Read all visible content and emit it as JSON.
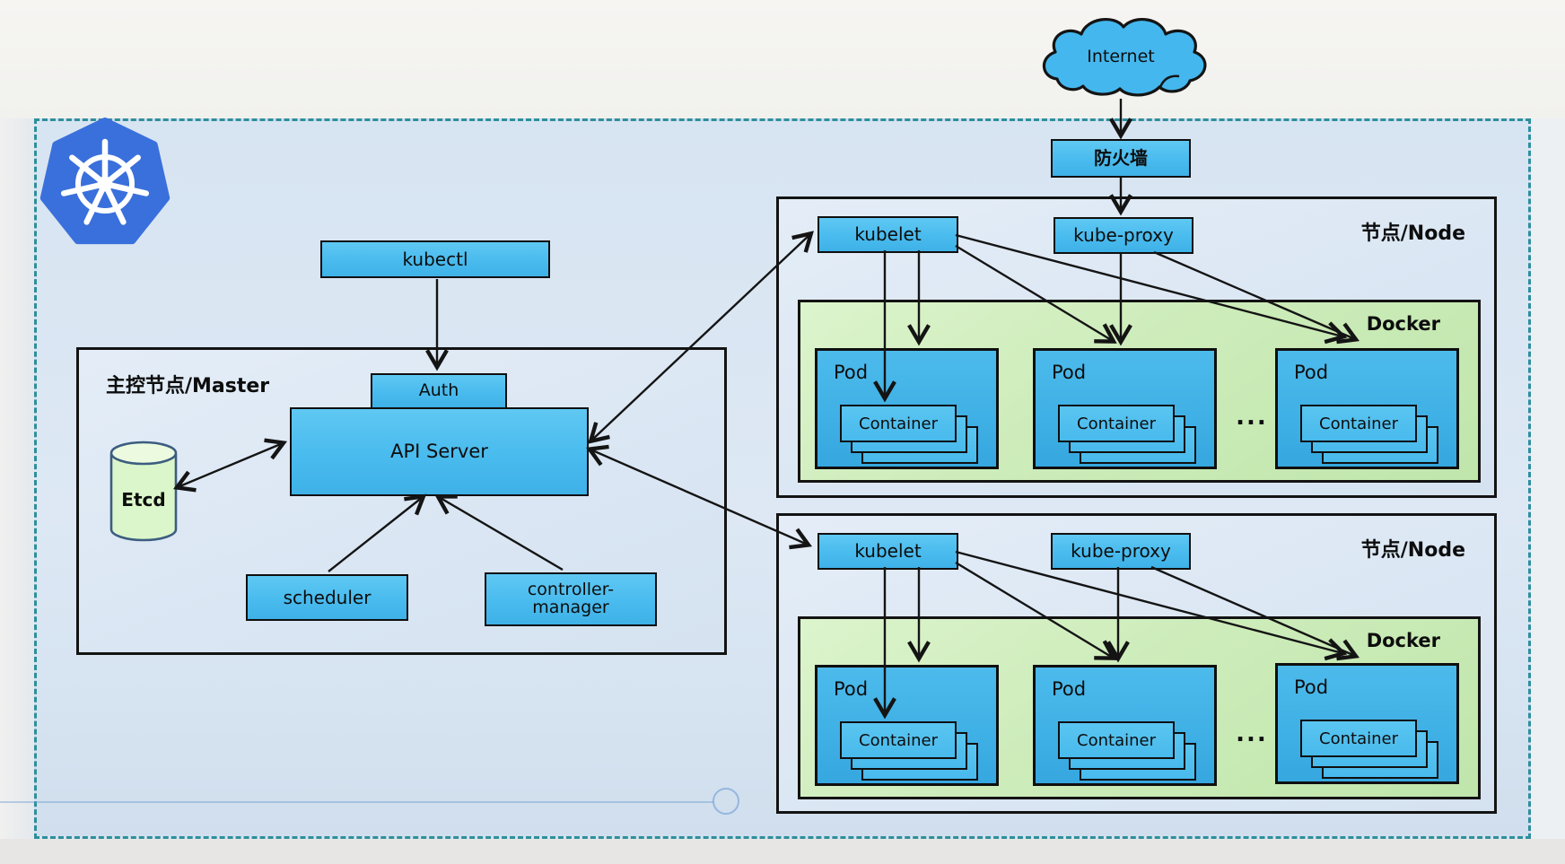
{
  "internet": {
    "label": "Internet"
  },
  "firewall": {
    "label": "防火墙"
  },
  "master": {
    "title": "主控节点/Master",
    "kubectl": "kubectl",
    "auth": "Auth",
    "api_server": "API Server",
    "etcd": "Etcd",
    "scheduler": "scheduler",
    "controller_manager_line1": "controller-",
    "controller_manager_line2": "manager"
  },
  "nodes": [
    {
      "title": "节点/Node",
      "kubelet": "kubelet",
      "kube_proxy": "kube-proxy",
      "docker": "Docker",
      "ellipsis": "...",
      "pods": [
        {
          "label": "Pod",
          "container": "Container"
        },
        {
          "label": "Pod",
          "container": "Container"
        },
        {
          "label": "Pod",
          "container": "Container"
        }
      ]
    },
    {
      "title": "节点/Node",
      "kubelet": "kubelet",
      "kube_proxy": "kube-proxy",
      "docker": "Docker",
      "ellipsis": "...",
      "pods": [
        {
          "label": "Pod",
          "container": "Container"
        },
        {
          "label": "Pod",
          "container": "Container"
        },
        {
          "label": "Pod",
          "container": "Container"
        }
      ]
    }
  ],
  "colors": {
    "box_blue": "#49bbee",
    "pod_blue": "#3fb0e5",
    "container_blue": "#52c1f0",
    "docker_green": "#cdecba",
    "etcd_green": "#dbf6ca",
    "node_bg": "#dde8f4",
    "dashed_border": "#2e8f9b",
    "kubernetes_blue": "#3a70dc",
    "arrow": "#141414"
  }
}
